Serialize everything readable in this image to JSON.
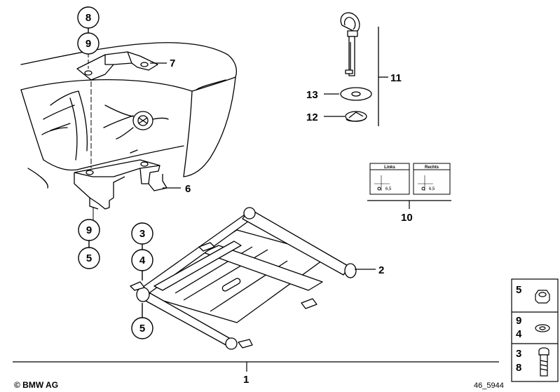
{
  "callouts": {
    "c1": "1",
    "c2": "2",
    "c3": "3",
    "c4": "4",
    "c5a": "5",
    "c5b": "5",
    "c6": "6",
    "c7": "7",
    "c8": "8",
    "c9a": "9",
    "c9b": "9",
    "c10": "10",
    "c11": "11",
    "c12": "12",
    "c13": "13"
  },
  "labels_box": {
    "left_title": "Links",
    "right_title": "Rechts",
    "left_dim": "6,5",
    "right_dim": "6,5"
  },
  "side_panel": {
    "row1_a": "5",
    "row2_a": "9",
    "row2_b": "4",
    "row3_a": "3",
    "row3_b": "8"
  },
  "footer": {
    "copyright": "© BMW AG",
    "doc_id": "46_5944"
  },
  "icons": [
    "tail-section-body",
    "rear-bracket",
    "carrier-frame",
    "quick-release-pin",
    "washer",
    "spring-washer",
    "nut",
    "bolt"
  ]
}
